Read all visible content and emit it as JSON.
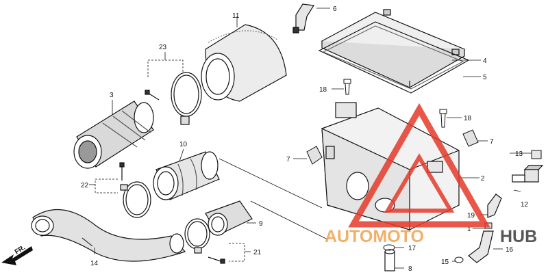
{
  "callouts": {
    "c1": "1",
    "c2": "2",
    "c3": "3",
    "c4": "4",
    "c5": "5",
    "c6": "6",
    "c7a": "7",
    "c7b": "7",
    "c8": "8",
    "c9": "9",
    "c10": "10",
    "c11": "11",
    "c12": "12",
    "c13": "13",
    "c14": "14",
    "c15": "15",
    "c16": "16",
    "c17": "17",
    "c18a": "18",
    "c18b": "18",
    "c19": "19",
    "c21": "21",
    "c22": "22",
    "c23": "23"
  },
  "direction_label": "FR.",
  "watermark": {
    "prefix": "AUTOMOTO",
    "suffix": "HUB",
    "prefix_color": "#f0a24e",
    "suffix_color": "#3a3a3a",
    "triangle_color": "#e43a2a"
  }
}
